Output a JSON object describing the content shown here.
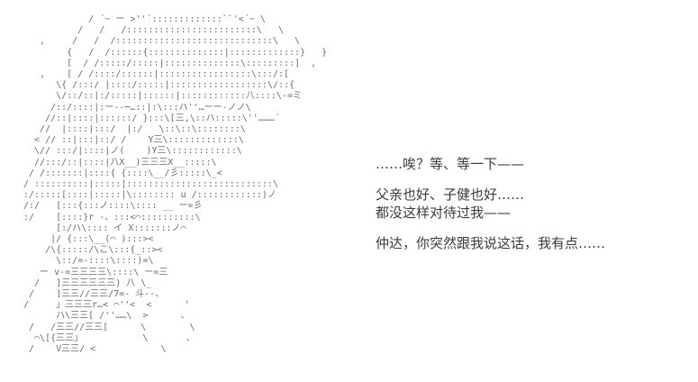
{
  "page": {
    "background_color": "#ffffff",
    "aa_color": "#6a6a6a",
    "text_color": "#3b3b3b"
  },
  "ascii_art": {
    "description": "2ch-style ASCII art portrait of a long-haired character facing left",
    "lines": [
      "            / ´~ ー >''´:::::::::::::``'<´~ \\",
      "          /   /   /::::::::::::::::::::::::\\   \\",
      "   ,     /   /  /:::::::::::::::::::::::::::::\\   \\",
      "        {   /  /::::::{::::::::::::::|:::::::::::::}   }",
      "        [  / /:::::/:::::|::::::::::::::\\:::::::::]  ,",
      "   ,    [ / /::::/::::::|:::::::::::::::::\\:::/:[",
      "      \\{ /:::/ |::::/:::::|::::::::::::::::::\\/::{",
      "      \\/::/::|:/:::::|::::::|::::::::::::八::::\\-=ミ",
      "     /::/::::|:ー--─…::|:\\:::ハ''…ーー-ノノ\\",
      "    //::|::::|::::::/ }:::\\[三,\\::ハ:::::\\''………´",
      "   //  |::::|:::/  |:/   \\::\\::\\::::::::\\",
      "  < // ::|:::|::/ /    Y三\\:::::::::::::\\",
      "  \\// :::/|::::|ノ(    )Y三\\::::::::::::\\",
      "  //:::/::|::::|八X__)三三三X__:::::\\",
      " / /:::::::|::::{ {::::\\__/彡:::::\\_<",
      "/ ::::::::::|:::::|:::::::::::::::::::::::::::\\",
      ":/:::::[::::|:::::|\\:::::::: u /::::::::::::)ノ",
      "/:/   [:::{:::ノ::::\\:::: __ ー=彡",
      ":/    [::::}r -、:::<⌒::::::::::\\",
      "      [:/ハ\\:::: イ X:::::::ノ⌒",
      "     |/ {:::\\__(⌒ ):::><",
      "    /\\{:::::/\\こ\\:::{_::><",
      "      \\::/=-::::\\::::)=\\",
      "   ー v-=三三三三\\::::\\ ー=三",
      "  /   ]三三三三三三) 八 \\_",
      " /    ]三三//三三/7=- 斗--、",
      "/     」三三三r…< ⌒''<  <      '",
      "      ハ\\三三[ /''……\\  >      、",
      " /   /三三//三三[      \\        \\",
      "  ⌒\\[{三三」           \\       、",
      " /    V三三/ <            \\"
    ]
  },
  "dialogue": {
    "lines": [
      "……唉？等、等一下——",
      "父亲也好、子健也好……",
      "都没这样对待过我——",
      "仲达，你突然跟我说这话，我有点……"
    ]
  }
}
